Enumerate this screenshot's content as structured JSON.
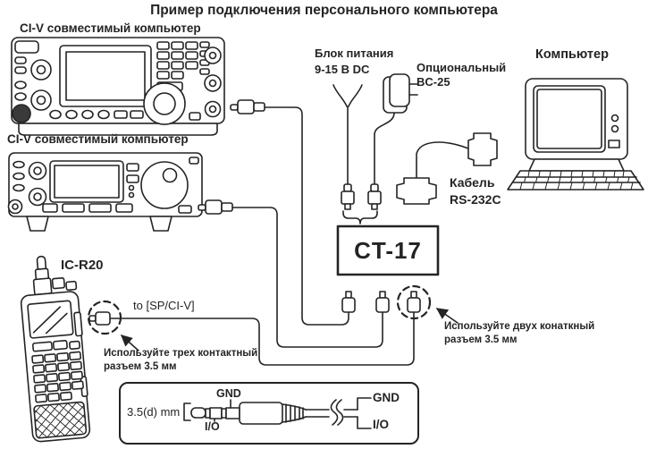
{
  "title": "Пример подключения персонального компьютера",
  "colors": {
    "ink": "#242424",
    "background": "#ffffff"
  },
  "labels": {
    "transceiver1": "CI-V совместимый компьютер",
    "transceiver2": "CI-V совместимый компьютер",
    "power1": "Блок питания",
    "power2": "9-15 В DC",
    "bc25_1": "Опциональный",
    "bc25_2": "BC-25",
    "computer": "Компьютер",
    "rs232_1": "Кабель",
    "rs232_2": "RS-232C",
    "ct17": "CT-17",
    "icr20": "IC-R20",
    "sp_civ": "to [SP/CI-V]",
    "note_three_1": "Используйте трех контактный",
    "note_three_2": "разъем 3.5 мм",
    "note_two_1": "Используйте двух конаткный",
    "note_two_2": "разъем 3.5 мм"
  },
  "plug_detail": {
    "size": "3.5(d) mm",
    "gnd_plug": "GND",
    "io_plug": "I/O",
    "gnd_wire": "GND",
    "io_wire": "I/O"
  }
}
